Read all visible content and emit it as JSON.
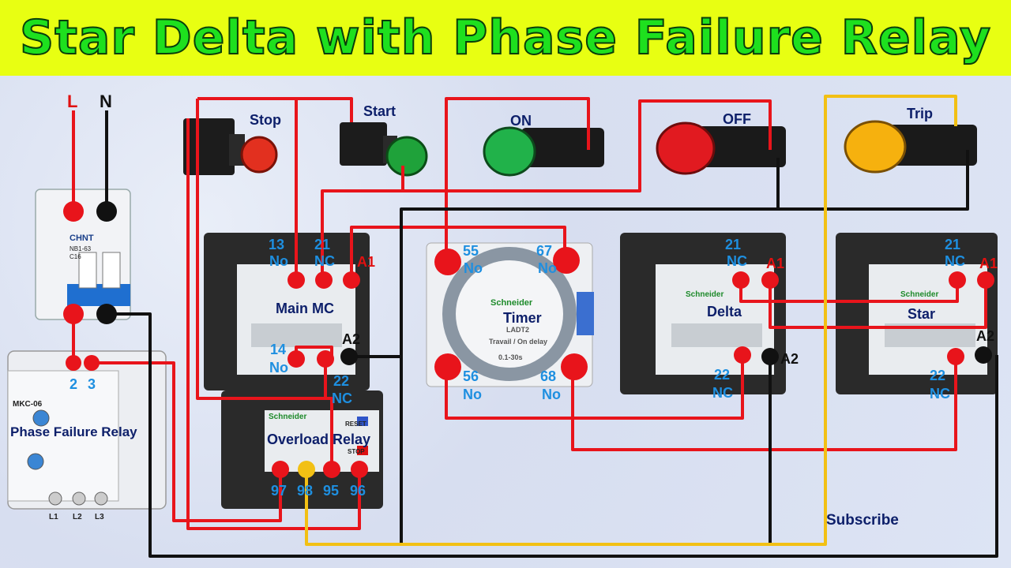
{
  "title": "Star Delta with Phase Failure Relay",
  "supply": {
    "l": "L",
    "n": "N"
  },
  "buttons": {
    "stop": "Stop",
    "start": "Start"
  },
  "lamps": {
    "on": "ON",
    "off": "OFF",
    "trip": "Trip"
  },
  "mcb": {
    "brand": "CHNT",
    "model": "NB1-63",
    "rating": "C16"
  },
  "main_mc": {
    "name": "Main MC",
    "t13": "13",
    "no1": "No",
    "t21": "21",
    "nc1": "NC",
    "a1": "A1",
    "t14": "14",
    "no2": "No",
    "a2": "A2"
  },
  "overload": {
    "brand": "Schneider",
    "name": "Overload Relay",
    "reset": "RESET",
    "stop": "STOP",
    "t22": "22",
    "nc": "NC",
    "t97": "97",
    "t98": "98",
    "t95": "95",
    "t96": "96"
  },
  "timer": {
    "brand": "Schneider",
    "name": "Timer",
    "model": "LADT2",
    "mode": "Travail / On delay",
    "range": "0.1-30s",
    "t55": "55",
    "no55": "No",
    "t67": "67",
    "no67": "No",
    "t56": "56",
    "no56": "No",
    "t68": "68",
    "no68": "No"
  },
  "delta": {
    "brand": "Schneider",
    "name": "Delta",
    "t21": "21",
    "nc": "NC",
    "a1": "A1",
    "a2": "A2",
    "t22": "22",
    "nc2": "NC"
  },
  "star": {
    "brand": "Schneider",
    "name": "Star",
    "t21": "21",
    "nc": "NC",
    "a1": "A1",
    "a2": "A2",
    "t22": "22",
    "nc2": "NC"
  },
  "pfr": {
    "model": "MKC-06",
    "name": "Phase Failure Relay",
    "t2": "2",
    "t3": "3",
    "l1": "L1",
    "l2": "L2",
    "l3": "L3"
  },
  "subscribe": "Subscribe",
  "colors": {
    "red_wire": "#e8141b",
    "black_wire": "#111111",
    "yellow_wire": "#f2c014",
    "title_green": "#1ee01e",
    "banner": "#e8ff12"
  }
}
